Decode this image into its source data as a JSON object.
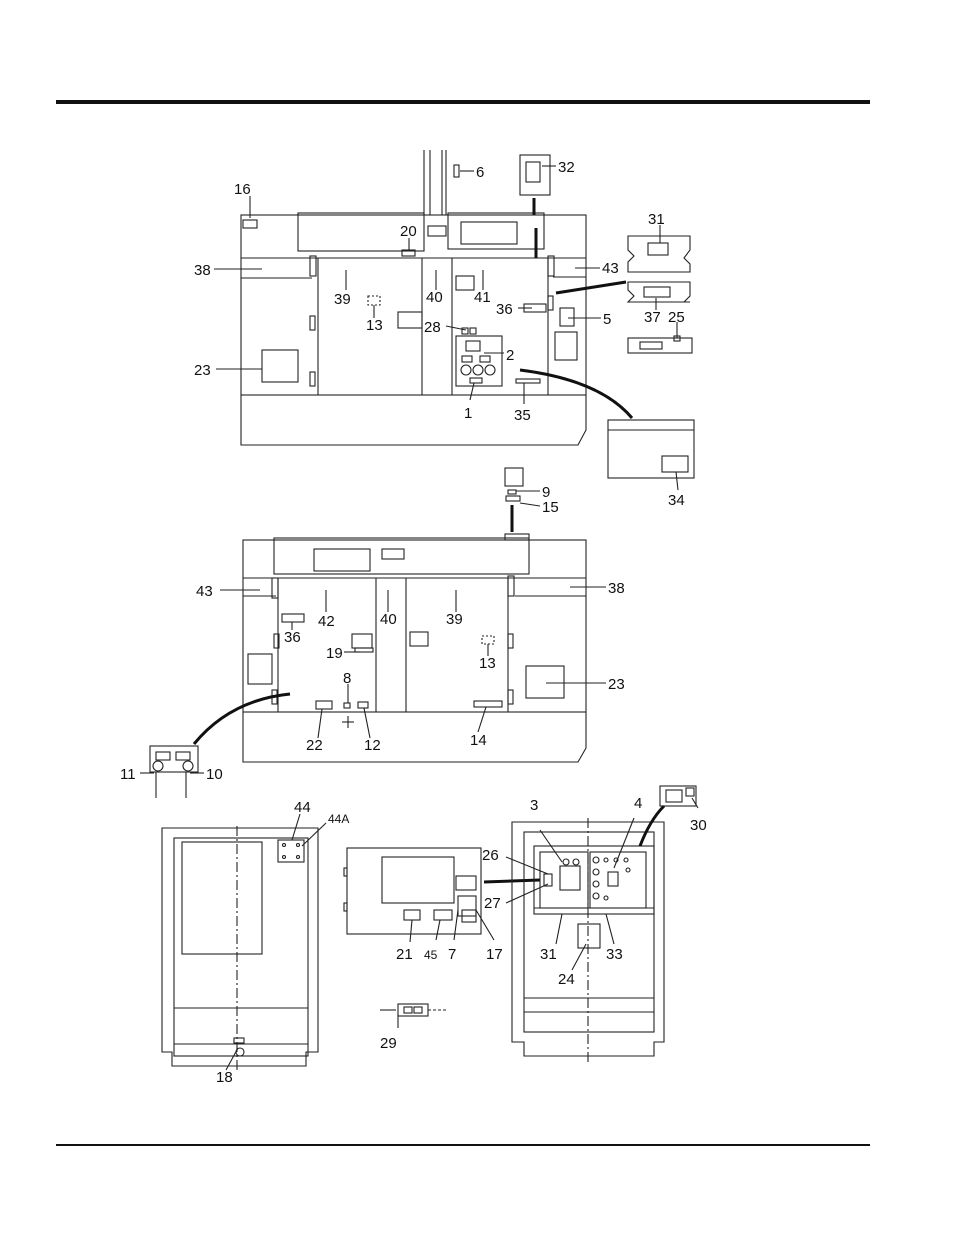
{
  "callouts": [
    "1",
    "2",
    "3",
    "4",
    "5",
    "6",
    "7",
    "8",
    "9",
    "10",
    "11",
    "12",
    "13",
    "13",
    "14",
    "15",
    "16",
    "17",
    "18",
    "19",
    "20",
    "21",
    "22",
    "23",
    "23",
    "24",
    "25",
    "26",
    "27",
    "28",
    "29",
    "30",
    "31",
    "31",
    "32",
    "33",
    "34",
    "35",
    "36",
    "36",
    "37",
    "38",
    "38",
    "39",
    "39",
    "40",
    "40",
    "41",
    "42",
    "43",
    "43",
    "44",
    "44A",
    "45"
  ],
  "colors": {
    "line": "#222222",
    "rule": "#111111",
    "background": "#ffffff"
  }
}
